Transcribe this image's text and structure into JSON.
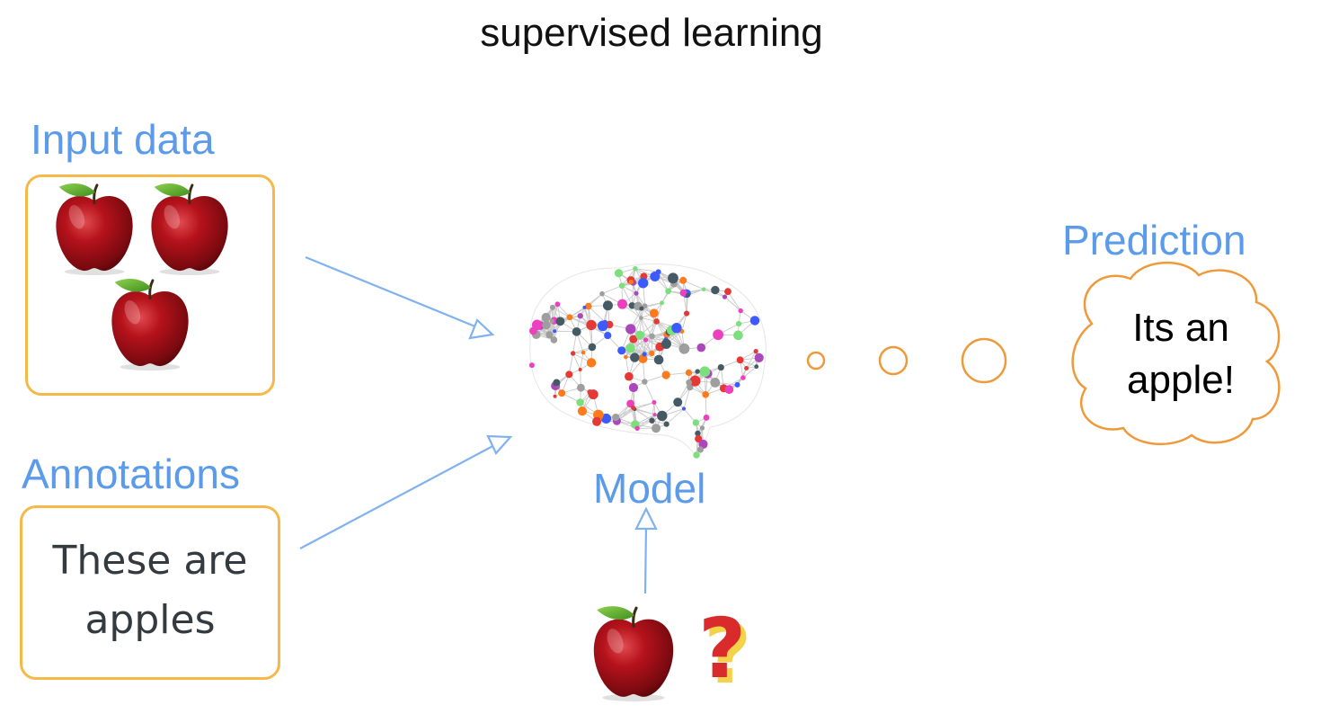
{
  "title": "supervised learning",
  "labels": {
    "input_data": "Input data",
    "annotations": "Annotations",
    "model": "Model",
    "prediction": "Prediction"
  },
  "annotation_box": {
    "line1": "These are",
    "line2": "apples"
  },
  "prediction_bubble": {
    "line1": "Its an",
    "line2": "apple!"
  },
  "query_symbol": "?",
  "colors": {
    "label_blue": "#5b9bea",
    "box_orange": "#f5b94a",
    "bubble_orange": "#ef9a3a",
    "arrow_blue": "#7fb2ef",
    "apple_red": "#a5141b",
    "question_red": "#d92b2b",
    "question_shadow": "#f4d24a"
  }
}
